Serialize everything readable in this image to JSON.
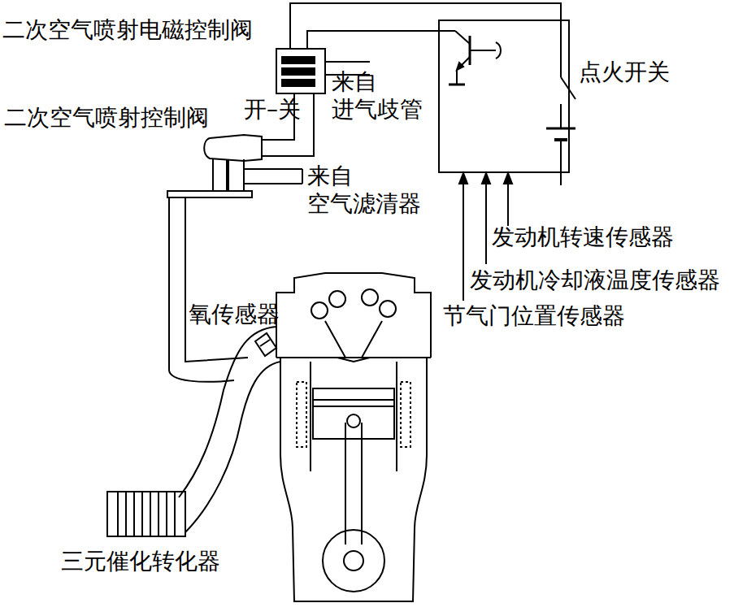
{
  "diagram": {
    "labels": [
      "二次空气喷射电磁控制阀",
      "开–关",
      "来自 进气歧管",
      "二次空气喷射控制阀",
      "来自 空气滤清器",
      "点火开关",
      "发动机转速传感器",
      "发动机冷却液温度传感器",
      "节气门位置传感器",
      "氧传感器",
      "三元催化转化器"
    ]
  }
}
